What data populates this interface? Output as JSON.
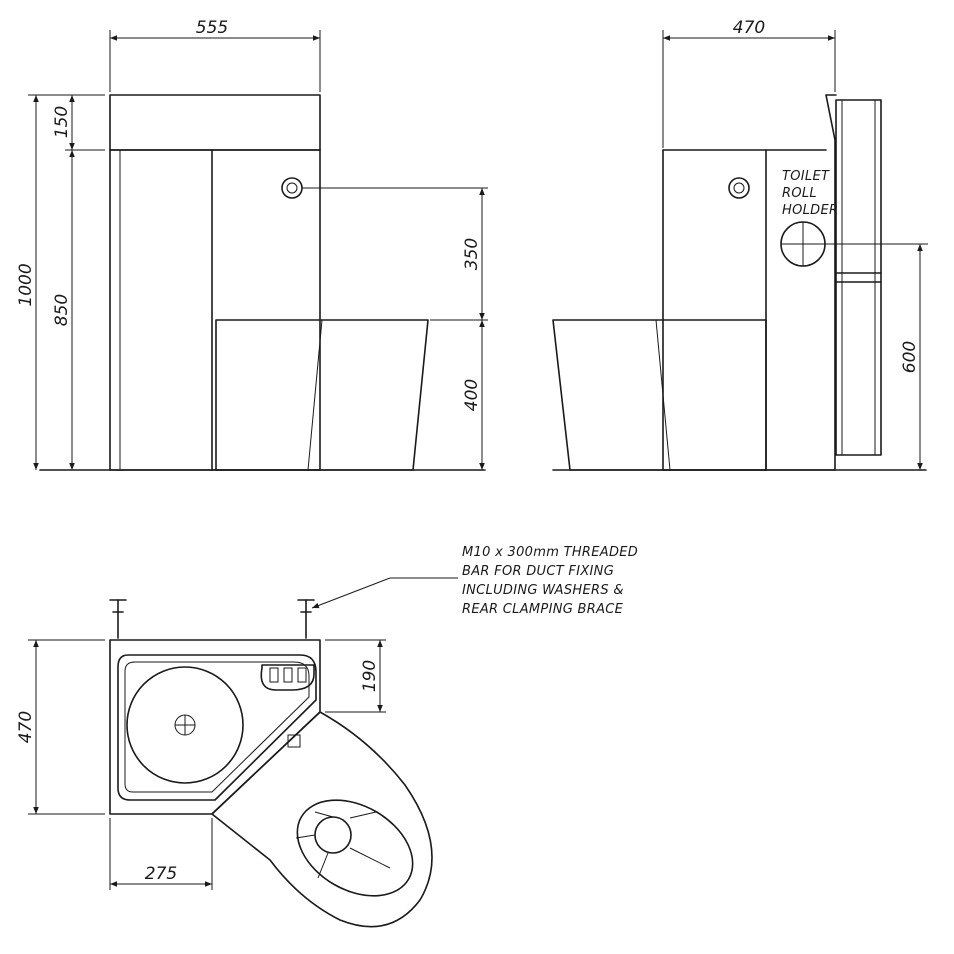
{
  "dimensions": {
    "front_width": "555",
    "side_width": "470",
    "overall_height": "1000",
    "top_panel_height": "150",
    "body_height": "850",
    "outlet_height": "350",
    "pan_height": "400",
    "roll_holder_height": "600",
    "plan_depth": "470",
    "plan_corner_depth": "190",
    "plan_corner_width": "275"
  },
  "labels": {
    "roll_holder": [
      "TOILET",
      "ROLL",
      "HOLDER"
    ],
    "threaded_bar_note": [
      "M10 x 300mm THREADED",
      "BAR FOR DUCT FIXING",
      "INCLUDING WASHERS &",
      "REAR CLAMPING BRACE"
    ]
  }
}
